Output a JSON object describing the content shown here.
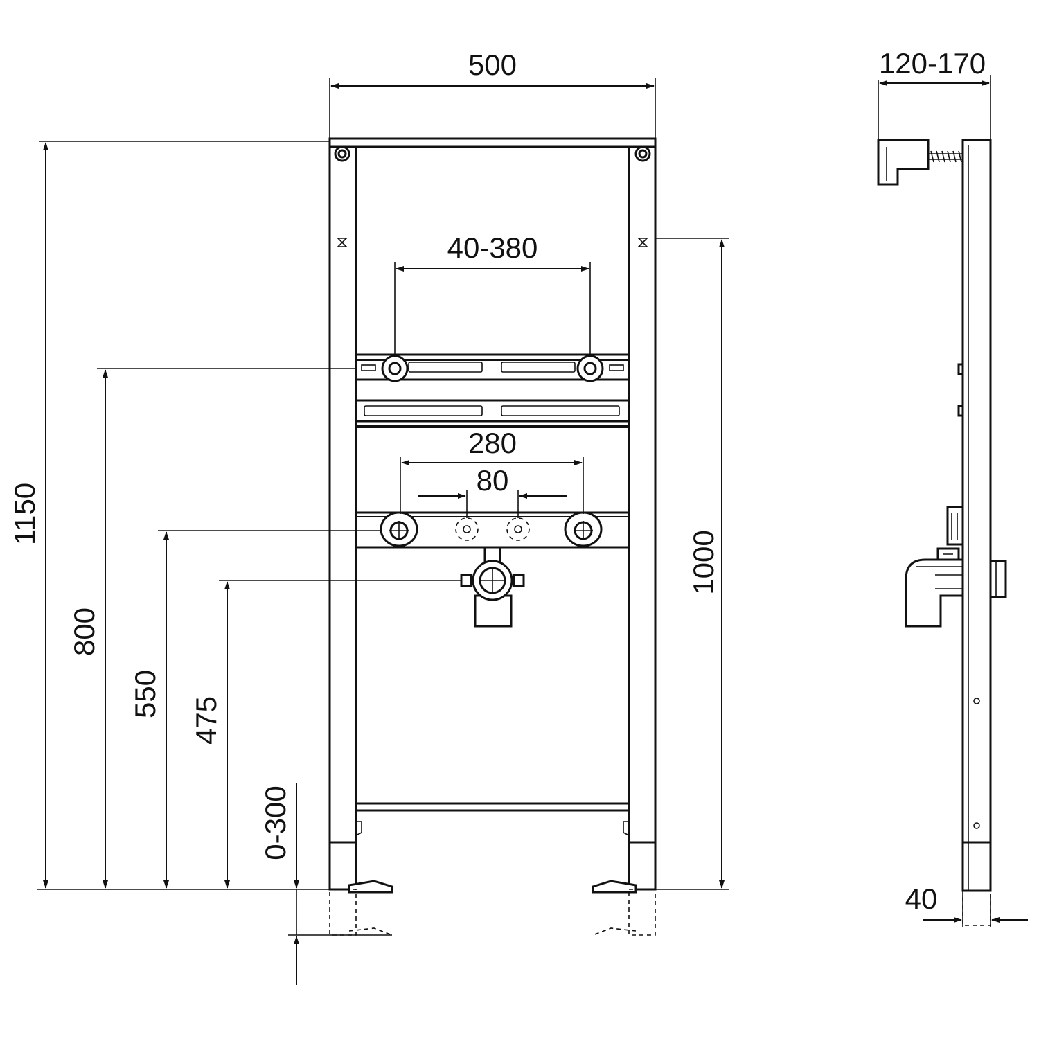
{
  "front_view": {
    "dimensions": {
      "width": "500",
      "height_total": "1150",
      "outlet_spacing": "40-380",
      "outlet_height": "800",
      "valve_spacing": "280",
      "center_spacing": "80",
      "valve_height": "550",
      "drain_height": "475",
      "frame_height": "1000",
      "foot_adjust": "0-300"
    }
  },
  "side_view": {
    "dimensions": {
      "depth": "120-170",
      "profile_depth": "40"
    }
  }
}
